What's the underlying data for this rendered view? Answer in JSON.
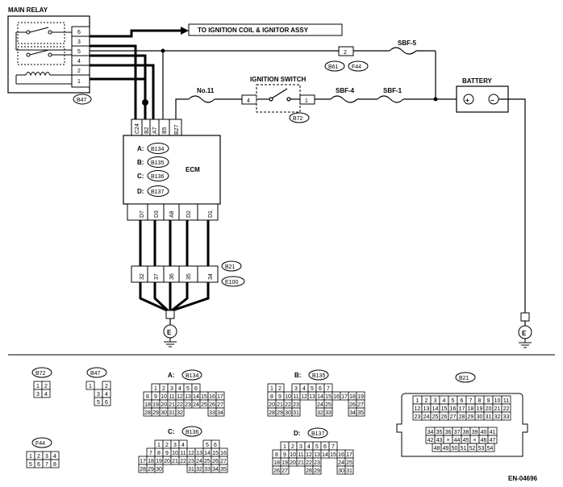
{
  "labels": {
    "main_relay": "MAIN RELAY",
    "to_ignition": "TO IGNITION COIL & IGNITOR ASSY",
    "sbf5": "SBF-5",
    "no11": "No.11",
    "ignition_switch": "IGNITION SWITCH",
    "sbf4": "SBF-4",
    "sbf1": "SBF-1",
    "battery": "BATTERY",
    "ecm": "ECM",
    "figure_id": "EN-04696",
    "plus": "+",
    "minus": "−",
    "ground": "E"
  },
  "connectors": {
    "b47": "B47",
    "b61": "B61",
    "f44": "F44",
    "b72": "B72",
    "b21": "B21",
    "e100": "E100",
    "b134": "B134",
    "b135": "B135",
    "b136": "B136",
    "b137": "B137"
  },
  "relay_pins": [
    "6",
    "3",
    "5",
    "4",
    "2",
    "1"
  ],
  "switch_pins": {
    "left": "4",
    "right": "1"
  },
  "b61_pin": "2",
  "ecm_letters": {
    "a": "A:",
    "b": "B:",
    "c": "C:",
    "d": "D:"
  },
  "ecm_top_pins": [
    "C24",
    "B2",
    "A7",
    "B5",
    "B27"
  ],
  "ecm_bottom_pins": [
    "D7",
    "D3",
    "A8",
    "D2",
    "D1"
  ],
  "b21_pins": [
    "32",
    "37",
    "36",
    "35",
    "34"
  ],
  "legend_titles": {
    "b72": "B72",
    "b47": "B47",
    "f44": "F44",
    "a": "A:",
    "b": "B:",
    "c": "C:",
    "d": "D:",
    "b21": "B21"
  },
  "tables": {
    "b72": [
      [
        "1",
        "2"
      ],
      [
        "3",
        "4"
      ]
    ],
    "b47": [
      [
        "1",
        "",
        "2"
      ],
      [
        "",
        "3",
        "4"
      ],
      [
        "",
        "5",
        "6"
      ]
    ],
    "f44": [
      [
        "1",
        "2",
        "3",
        "4"
      ],
      [
        "5",
        "6",
        "7",
        "8"
      ]
    ],
    "b134": [
      [
        "",
        "1",
        "2",
        "3",
        "4",
        "5",
        "6",
        ""
      ],
      [
        "8",
        "9",
        "10",
        "11",
        "12",
        "13",
        "14",
        "15",
        "16",
        "17"
      ],
      [
        "18",
        "19",
        "20",
        "21",
        "22",
        "23",
        "24",
        "25",
        "26",
        "27"
      ],
      [
        "28",
        "29",
        "30",
        "31",
        "32",
        "",
        "",
        "",
        "33",
        "34"
      ]
    ],
    "b135": [
      [
        "1",
        "2",
        "",
        "3",
        "4",
        "5",
        "6",
        "7"
      ],
      [
        "8",
        "9",
        "10",
        "11",
        "12",
        "13",
        "14",
        "15",
        "16",
        "17",
        "18",
        "19"
      ],
      [
        "20",
        "21",
        "22",
        "23",
        "",
        "",
        "24",
        "25",
        "",
        "",
        "26",
        "27"
      ],
      [
        "28",
        "29",
        "30",
        "31",
        "",
        "",
        "32",
        "33",
        "",
        "",
        "34",
        "35"
      ]
    ],
    "b136": [
      [
        "",
        "",
        "1",
        "2",
        "3",
        "4",
        "",
        "",
        "5",
        "6"
      ],
      [
        "",
        "7",
        "8",
        "9",
        "10",
        "11",
        "12",
        "13",
        "14",
        "15",
        "16"
      ],
      [
        "17",
        "18",
        "19",
        "20",
        "21",
        "22",
        "23",
        "24",
        "25",
        "26",
        "27"
      ],
      [
        "28",
        "29",
        "30",
        "",
        "",
        "",
        "31",
        "32",
        "33",
        "34",
        "35"
      ]
    ],
    "b137": [
      [
        "",
        "1",
        "2",
        "3",
        "4",
        "5",
        "6",
        "7"
      ],
      [
        "8",
        "9",
        "10",
        "11",
        "12",
        "13",
        "14",
        "15",
        "16",
        "17"
      ],
      [
        "18",
        "19",
        "20",
        "21",
        "22",
        "23",
        "",
        "",
        "24",
        "25"
      ],
      [
        "26",
        "27",
        "",
        "",
        "28",
        "29",
        "",
        "",
        "30",
        "31"
      ]
    ],
    "b21": [
      [
        "1",
        "2",
        "3",
        "4",
        "5",
        "6",
        "7",
        "8",
        "9",
        "10",
        "11"
      ],
      [
        "12",
        "13",
        "14",
        "15",
        "16",
        "17",
        "18",
        "19",
        "20",
        "21",
        "22"
      ],
      [
        "23",
        "24",
        "25",
        "26",
        "27",
        "28",
        "29",
        "30",
        "31",
        "32",
        "33"
      ],
      [
        "34",
        "35",
        "36",
        "37",
        "38",
        "39",
        "40",
        "41"
      ],
      [
        "42",
        "43",
        "×",
        "44",
        "45",
        "×",
        "46",
        "47"
      ],
      [
        "48",
        "49",
        "50",
        "51",
        "52",
        "53",
        "54"
      ]
    ]
  }
}
